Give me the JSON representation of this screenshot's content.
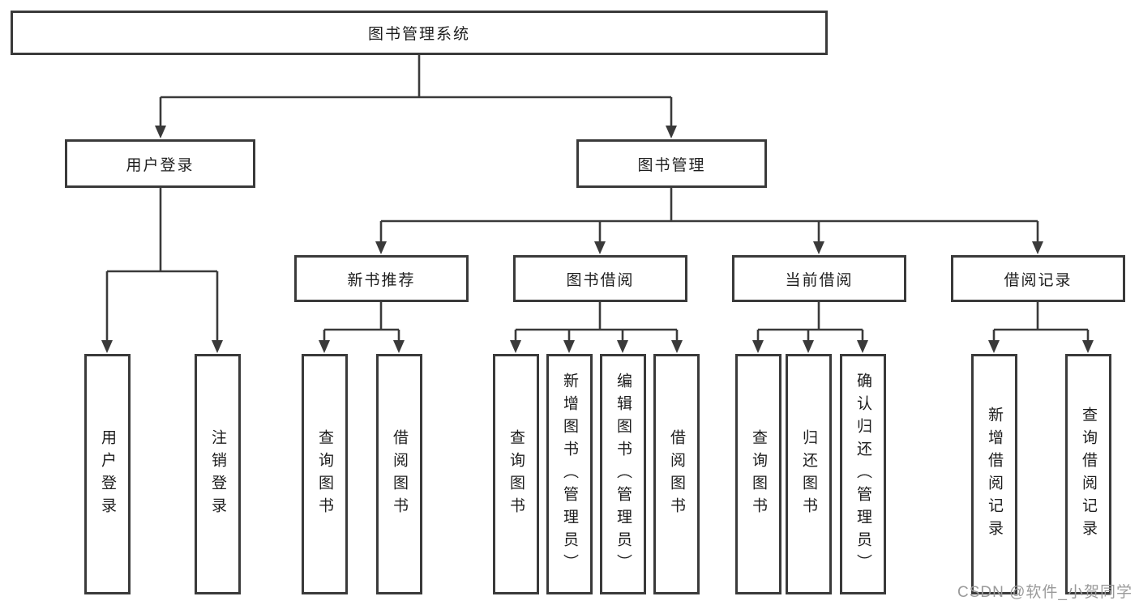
{
  "diagram": {
    "title": "图书管理系统",
    "level2": {
      "user_login": "用户登录",
      "book_mgmt": "图书管理"
    },
    "level3": {
      "new_books": "新书推荐",
      "borrow": "图书借阅",
      "current": "当前借阅",
      "records": "借阅记录"
    },
    "leaves": {
      "user_login": [
        "用户登录",
        "注销登录"
      ],
      "new_books": [
        "查询图书",
        "借阅图书"
      ],
      "borrow": [
        "查询图书",
        "新增图书（管理员）",
        "编辑图书（管理员）",
        "借阅图书"
      ],
      "current": [
        "查询图书",
        "归还图书",
        "确认归还（管理员）"
      ],
      "records": [
        "新增借阅记录",
        "查询借阅记录"
      ]
    }
  },
  "watermark": "CSDN @软件_小贺同学",
  "colors": {
    "line": "#3a3a3a",
    "text": "#1d1d1d",
    "watermark": "#9a9a9a",
    "background": "#ffffff"
  }
}
